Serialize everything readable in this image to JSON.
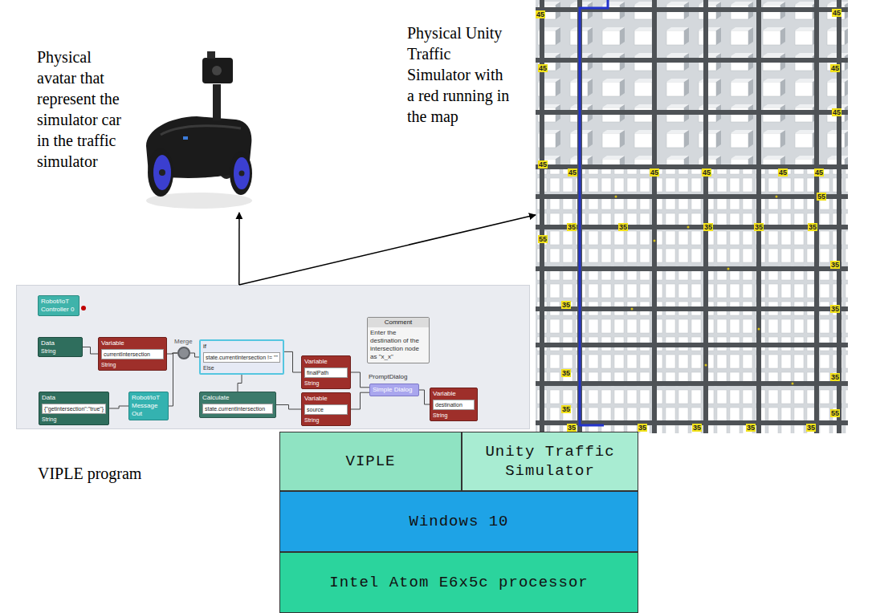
{
  "diagram": {
    "nodes": [
      {
        "text": [
          "Physical avatar that represent the simulator car in the traffic simulator"
        ]
      },
      {
        "text": [
          "Physical Unity Traffic Simulator with a red running in the map"
        ]
      },
      {
        "text": [
          "VIPLE program"
        ]
      },
      {
        "text": [
          "Robot/IoT Controller 0"
        ],
        "in": 2
      },
      {
        "text": [
          "Data",
          "String"
        ],
        "in": 2
      },
      {
        "text": [
          "Variable",
          "currentIntersection",
          "String"
        ],
        "in": 2
      },
      {
        "text": [
          "Merge"
        ],
        "in": 2
      },
      {
        "text": [
          "if",
          "state.currentIntersection != \"\"",
          "Else"
        ],
        "in": 2
      },
      {
        "text": [
          "Comment",
          "Enter the destination of the intersection node as \"x_x\""
        ],
        "in": 2
      },
      {
        "text": [
          "Variable",
          "finalPath",
          "String"
        ],
        "in": 2
      },
      {
        "text": [
          "Data",
          "{\"getintersection\":\"true\"}",
          "String"
        ],
        "in": 2
      },
      {
        "text": [
          "Robot/IoT Message Out"
        ],
        "in": 2
      },
      {
        "text": [
          "Calculate",
          "state.currentIntersection"
        ],
        "in": 2
      },
      {
        "text": [
          "Variable",
          "source",
          "String"
        ],
        "in": 2
      },
      {
        "text": [
          "Simple Dialog"
        ],
        "in": 2
      },
      {
        "text": [
          "Variable",
          "destination",
          "String"
        ],
        "in": 2
      },
      {
        "text": [
          "VIPLE"
        ]
      },
      {
        "text": [
          "Unity Traffic Simulator"
        ]
      },
      {
        "text": [
          "Windows 10"
        ]
      },
      {
        "text": [
          "Intel Atom E6x5c processor"
        ]
      }
    ],
    "edges": [
      {
        "from": 2,
        "to": 0,
        "arrow": "to"
      },
      {
        "from": 2,
        "to": 1,
        "arrow": "to"
      },
      {
        "from": 4,
        "to": 5,
        "arrow": "none"
      },
      {
        "from": 5,
        "to": 6,
        "arrow": "none"
      },
      {
        "from": 6,
        "to": 7,
        "arrow": "none"
      },
      {
        "from": 7,
        "to": 9,
        "arrow": "none"
      },
      {
        "from": 7,
        "to": 12,
        "arrow": "none"
      },
      {
        "from": 12,
        "to": 13,
        "arrow": "none"
      },
      {
        "from": 10,
        "to": 11,
        "arrow": "none"
      },
      {
        "from": 11,
        "to": 6,
        "arrow": "none"
      },
      {
        "from": 9,
        "to": 14,
        "label": "PromptDialog",
        "arrow": "none"
      },
      {
        "from": 13,
        "to": 14,
        "arrow": "none"
      },
      {
        "from": 14,
        "to": 15,
        "arrow": "none"
      }
    ],
    "labels": [
      "45",
      "45",
      "45",
      "45",
      "45",
      "45",
      "45",
      "45",
      "45",
      "45",
      "45",
      "55",
      "55",
      "35",
      "35",
      "35",
      "35",
      "35",
      "35",
      "35",
      "35",
      "35",
      "35",
      "35",
      "35",
      "35",
      "35",
      "35",
      "35",
      "55"
    ]
  }
}
